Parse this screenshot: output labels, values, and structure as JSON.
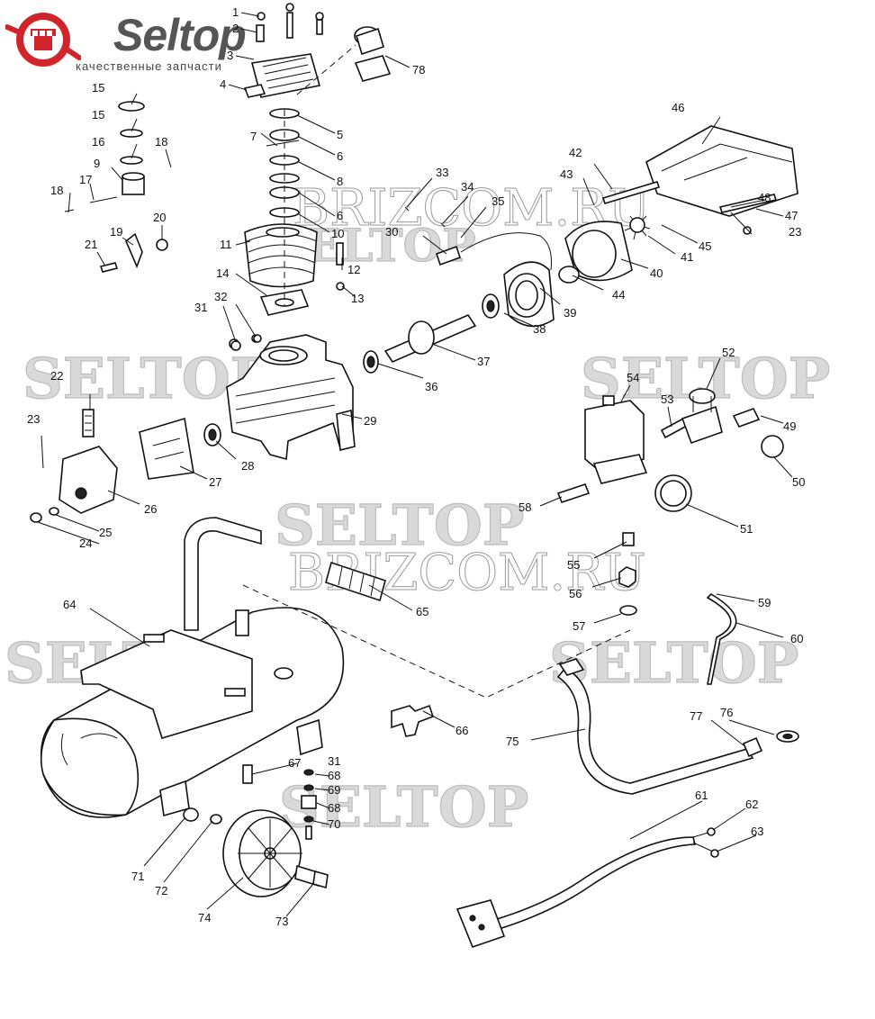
{
  "brand": {
    "name": "Seltop",
    "tagline": "качественные запчасти"
  },
  "watermarks": {
    "seltop": "SELTOP",
    "brizcom": "BRIZCOM.RU"
  },
  "colors": {
    "logo_red": "#d0262b",
    "line": "#111111",
    "watermark": "#d9d9d9"
  },
  "callouts": [
    "1",
    "2",
    "3",
    "4",
    "5",
    "6",
    "7",
    "8",
    "9",
    "10",
    "11",
    "12",
    "13",
    "14",
    "15",
    "15",
    "16",
    "17",
    "18",
    "18",
    "19",
    "20",
    "21",
    "22",
    "23",
    "23",
    "24",
    "25",
    "26",
    "27",
    "28",
    "29",
    "30",
    "31",
    "31",
    "32",
    "33",
    "34",
    "35",
    "36",
    "37",
    "38",
    "39",
    "40",
    "41",
    "42",
    "43",
    "44",
    "45",
    "46",
    "47",
    "48",
    "49",
    "50",
    "51",
    "52",
    "53",
    "54",
    "55",
    "56",
    "57",
    "58",
    "59",
    "60",
    "61",
    "62",
    "63",
    "64",
    "65",
    "66",
    "67",
    "68",
    "68",
    "69",
    "70",
    "71",
    "72",
    "73",
    "74",
    "75",
    "76",
    "77",
    "78",
    "6"
  ]
}
